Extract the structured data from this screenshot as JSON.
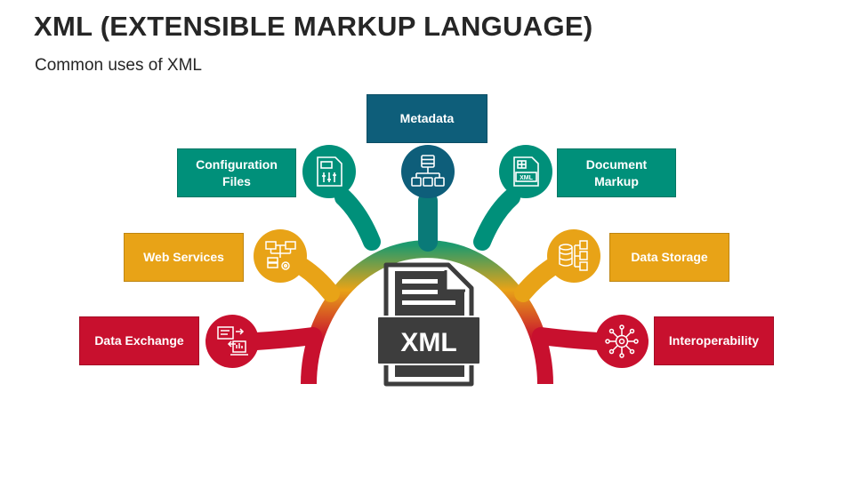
{
  "header": {
    "title": "XML (EXTENSIBLE MARKUP LANGUAGE)",
    "subtitle": "Common uses of XML"
  },
  "center": {
    "icon": "xml-file-icon",
    "label": "XML"
  },
  "colors": {
    "crimson": "#C8102E",
    "gold": "#E8A317",
    "teal": "#00907A",
    "blue": "#0E5E7A",
    "text_dark": "#262626"
  },
  "uses": {
    "metadata": {
      "line1": "Metadata",
      "icon": "hierarchy-database-icon"
    },
    "configuration_files": {
      "line1": "Configuration",
      "line2": "Files",
      "icon": "settings-document-icon"
    },
    "document_markup": {
      "line1": "Document",
      "line2": "Markup",
      "icon": "xml-document-icon"
    },
    "web_services": {
      "line1": "Web Services",
      "icon": "network-servers-icon"
    },
    "data_storage": {
      "line1": "Data Storage",
      "icon": "database-files-icon"
    },
    "data_exchange": {
      "line1": "Data Exchange",
      "icon": "data-transfer-icon"
    },
    "interoperability": {
      "line1": "Interoperability",
      "icon": "network-hub-icon"
    }
  }
}
